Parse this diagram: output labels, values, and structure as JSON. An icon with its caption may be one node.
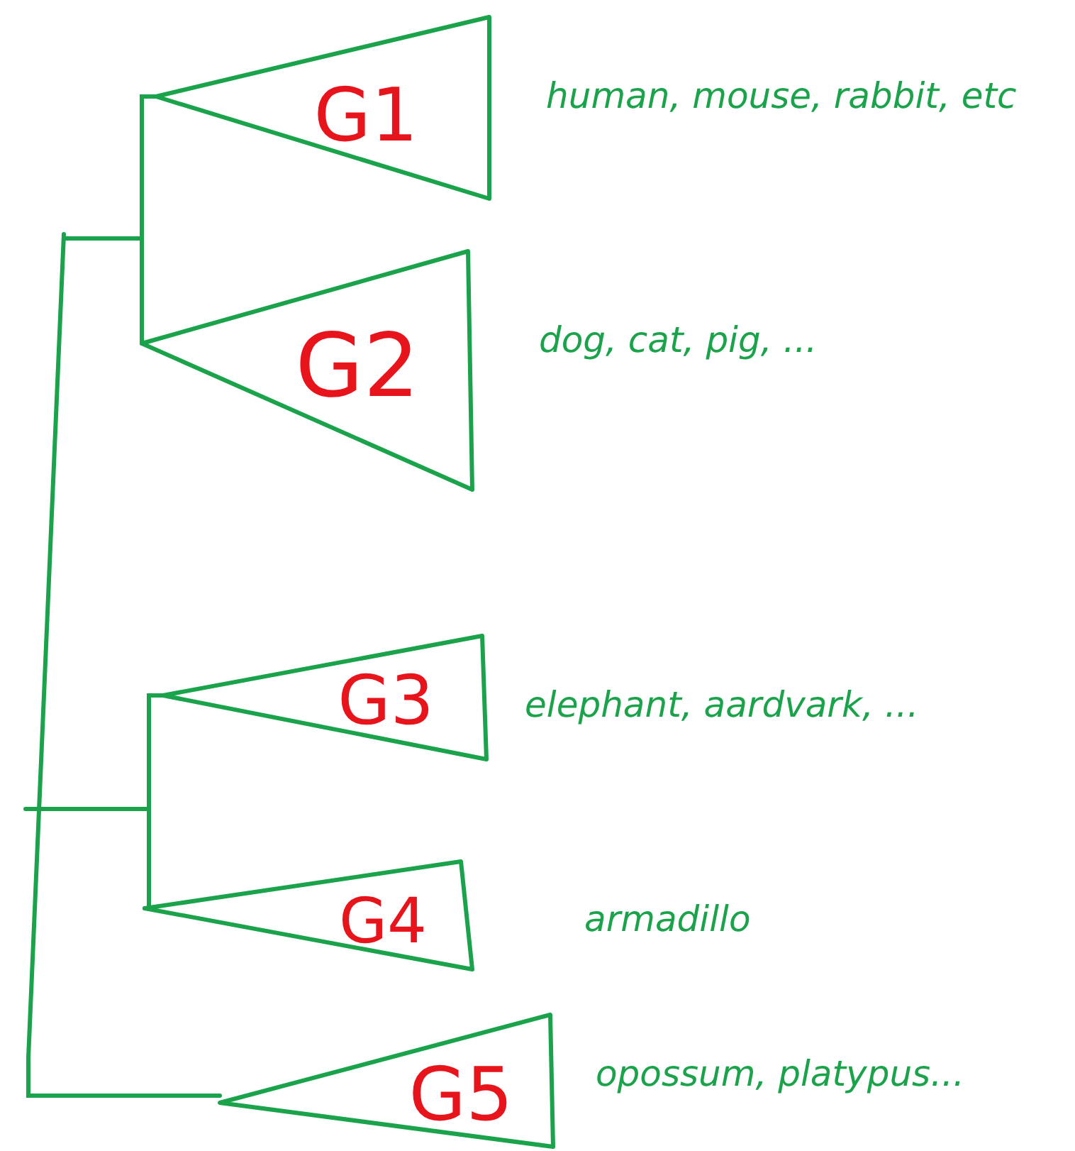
{
  "diagram": {
    "nodes": [
      {
        "text": [
          "G1"
        ],
        "beside": [
          "human, mouse, rabbit, etc"
        ]
      },
      {
        "text": [
          "G2"
        ],
        "beside": [
          "dog, cat, pig, ..."
        ]
      },
      {
        "text": [
          "G3"
        ],
        "beside": [
          "elephant, aardvark, ..."
        ]
      },
      {
        "text": [
          "G4"
        ],
        "beside": [
          "armadillo"
        ]
      },
      {
        "text": [
          "G5"
        ],
        "beside": [
          "opossum, platypus..."
        ]
      }
    ]
  }
}
